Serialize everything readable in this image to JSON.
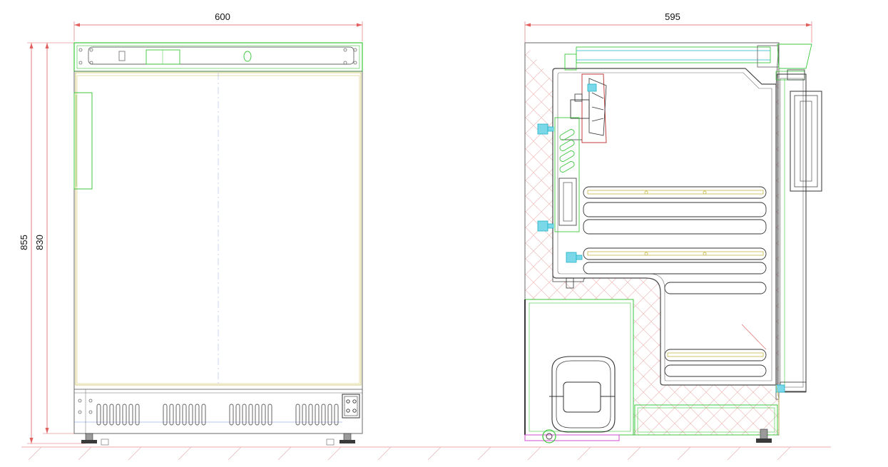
{
  "dimensions": {
    "front_width": "600",
    "side_depth": "595",
    "total_height": "855",
    "body_height": "830"
  },
  "colors": {
    "background": "#ffffff",
    "outline": "#6a6a6a",
    "green": "#3cc83c",
    "yellow": "#cdbf5a",
    "dimension_red": "#e06060",
    "hatch": "#f0bcbc",
    "cyan": "#20b4c8",
    "magenta": "#d04cd0",
    "dark": "#222222"
  }
}
